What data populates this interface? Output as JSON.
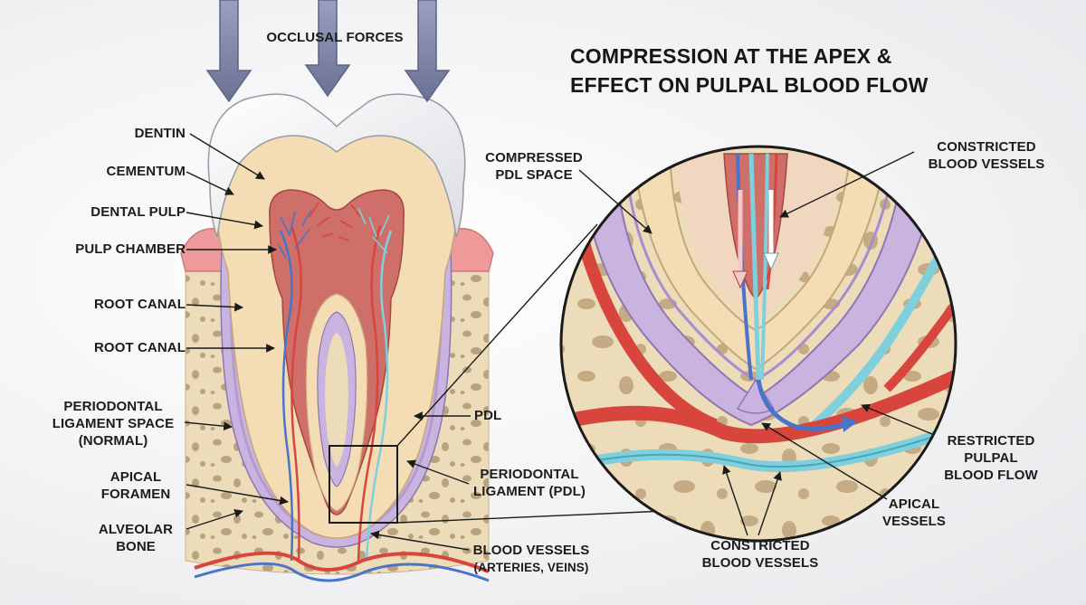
{
  "title": {
    "line1": "COMPRESSION AT THE APEX &",
    "line2": "EFFECT ON PULPAL BLOOD FLOW"
  },
  "left_labels": {
    "occlusal_forces": "OCCLUSAL FORCES",
    "dentin": "DENTIN",
    "cementum": "CEMENTUM",
    "dental_pulp": "DENTAL PULP",
    "pulp_chamber": "PULP CHAMBER",
    "root_canal_1": "ROOT CANAL",
    "root_canal_2": "ROOT CANAL",
    "pdl_space_line1": "PERIODONTAL",
    "pdl_space_line2": "LIGAMENT SPACE",
    "pdl_space_line3": "(NORMAL)",
    "apical_foramen_line1": "APICAL",
    "apical_foramen_line2": "FORAMEN",
    "alveolar_bone_line1": "ALVEOLAR",
    "alveolar_bone_line2": "BONE"
  },
  "middle_labels": {
    "pdl": "PDL",
    "periodontal_ligament_line1": "PERIODONTAL",
    "periodontal_ligament_line2": "LIGAMENT (PDL)",
    "blood_vessels_line1": "BLOOD VESSELS",
    "blood_vessels_line2": "(ARTERIES, VEINS)"
  },
  "right_labels": {
    "compressed_pdl_line1": "COMPRESSED",
    "compressed_pdl_line2": "PDL SPACE",
    "constricted_top_line1": "CONSTRICTED",
    "constricted_top_line2": "BLOOD VESSELS",
    "restricted_line1": "RESTRICTED",
    "restricted_line2": "PULPAL",
    "restricted_line3": "BLOOD FLOW",
    "apical_vessels_line1": "APICAL",
    "apical_vessels_line2": "VESSELS",
    "constricted_bottom_line1": "CONSTRICTED",
    "constricted_bottom_line2": "BLOOD VESSELS"
  },
  "colors": {
    "enamel": "#f4f4f6",
    "dentin": "#f4dcb4",
    "pulp": "#cf6f6a",
    "pdl": "#c9b4e0",
    "bone": "#ead9b6",
    "gum": "#ef9a9a",
    "artery": "#d8453d",
    "vein": "#4a74c8",
    "cyan_vessel": "#7fd0dc",
    "force_arrow": "#7c83a3"
  }
}
